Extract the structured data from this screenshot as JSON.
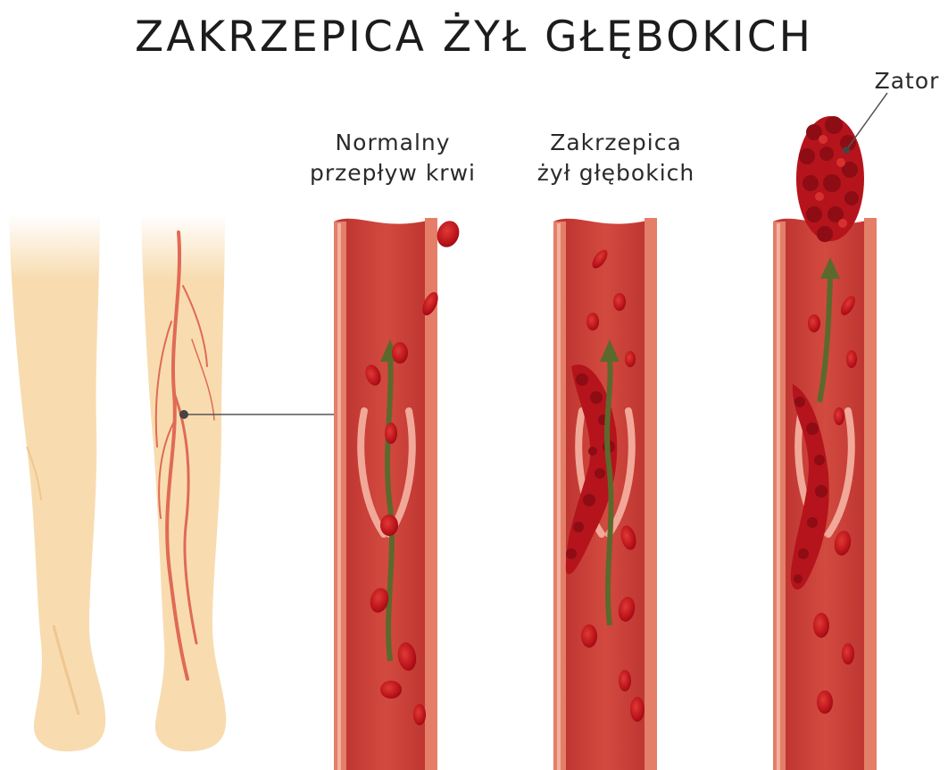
{
  "title": "ZAKRZEPICA ŻYŁ GŁĘBOKICH",
  "labels": {
    "normal": {
      "line1": "Normalny",
      "line2": "przepływ krwi"
    },
    "dvt": {
      "line1": "Zakrzepica",
      "line2": "żył głębokich"
    },
    "embolus": "Zator"
  },
  "colors": {
    "skin": "#f8dcb0",
    "skin_shadow": "#efc690",
    "vessel_wall": "#d9413f",
    "vessel_inner": "#e0705f",
    "vessel_lumen": "#c7433a",
    "valve": "#f1a898",
    "blood_cell": "#c3141b",
    "arrow": "#5b6a2c"
  }
}
